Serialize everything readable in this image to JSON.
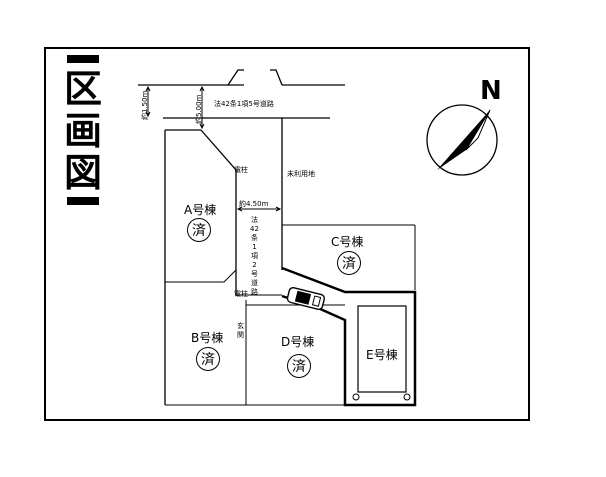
{
  "title": {
    "chars": [
      "区",
      "画",
      "図"
    ]
  },
  "compass": {
    "label": "N"
  },
  "roads": {
    "main_road": "法42条1項5号道路",
    "width_main": "約5.00m",
    "width_upper": "約1.50m",
    "private_road_width": "約4.50m",
    "private_road": [
      "法",
      "42",
      "条",
      "1",
      "項",
      "2",
      "号",
      "道",
      "路"
    ]
  },
  "markers": {
    "upper_marker": "電柱",
    "vacant_lot": "未利用地",
    "lower_marker": "電柱",
    "side_vertical": [
      "玄",
      "関"
    ]
  },
  "lots": [
    {
      "label": "A号棟",
      "status": "済"
    },
    {
      "label": "B号棟",
      "status": "済"
    },
    {
      "label": "C号棟",
      "status": "済"
    },
    {
      "label": "D号棟",
      "status": "済"
    },
    {
      "label": "E号棟",
      "status": ""
    }
  ]
}
